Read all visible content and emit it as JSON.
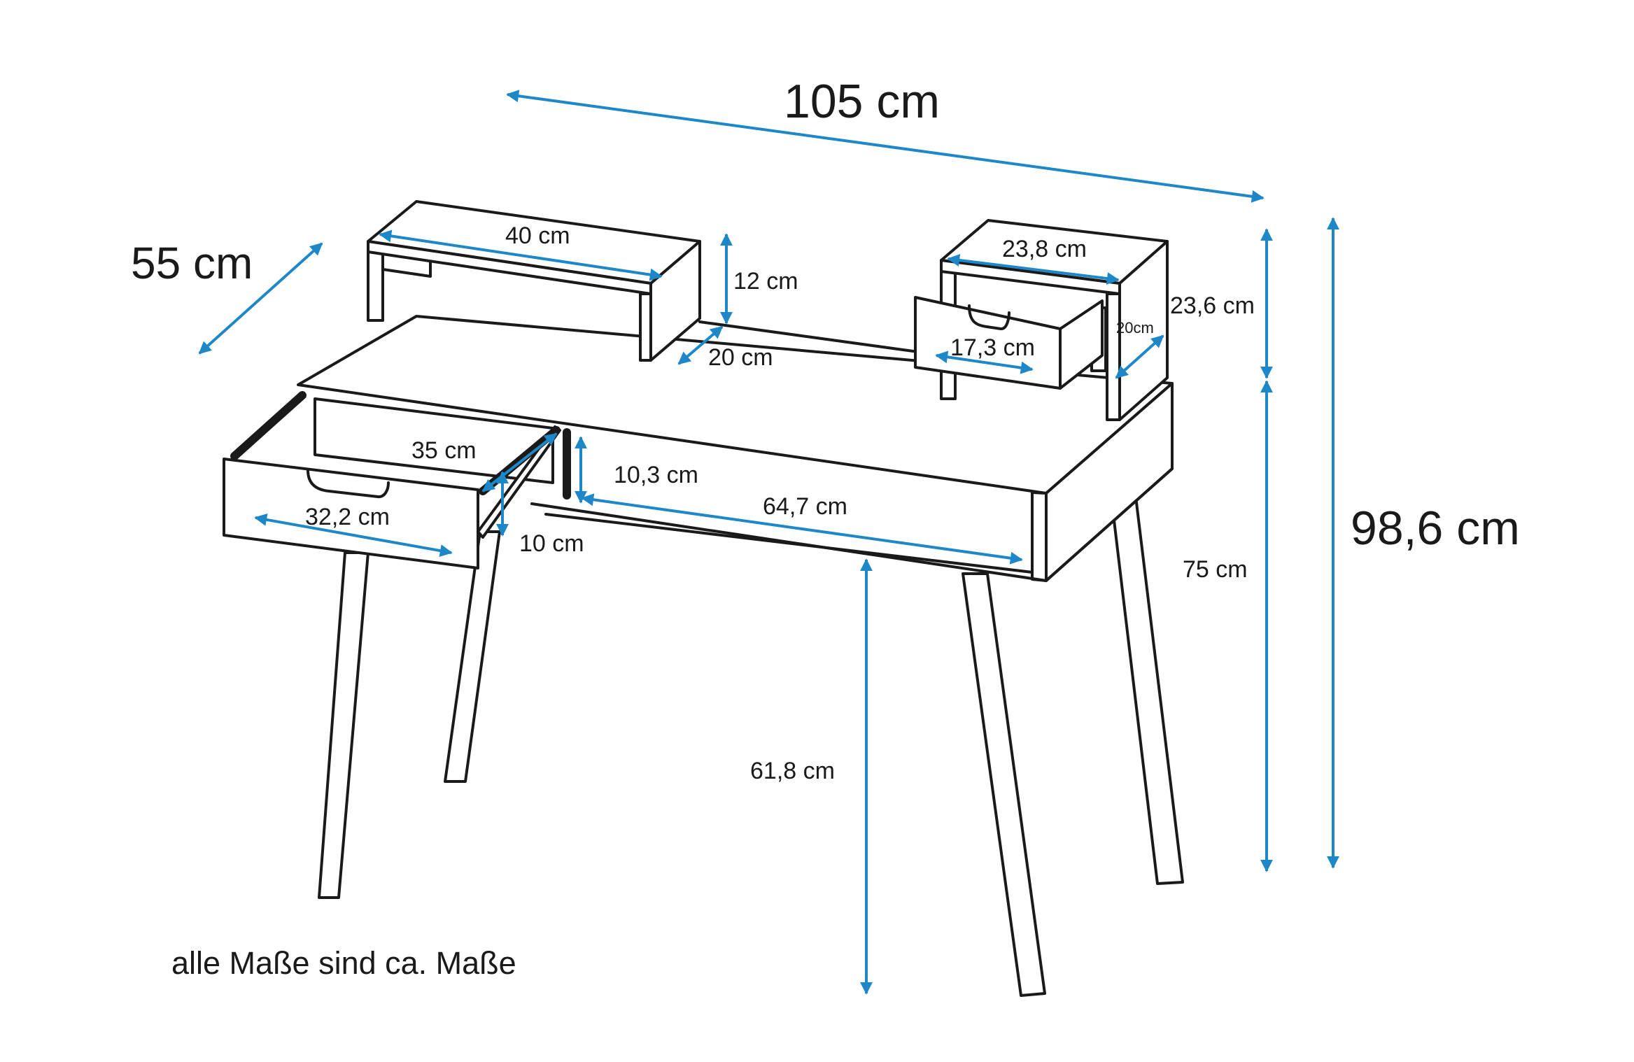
{
  "diagram": {
    "colors": {
      "outline": "#1a1a1a",
      "dimension": "#1e87c8",
      "background": "#ffffff"
    },
    "dimensions": {
      "total_width": "105 cm",
      "total_depth": "55 cm",
      "total_height": "98,6 cm",
      "shelf_width": "40 cm",
      "shelf_height": "12 cm",
      "shelf_depth": "20 cm",
      "cabinet_width": "23,8 cm",
      "cabinet_height": "23,6 cm",
      "cabinet_depth": "20cm",
      "small_drawer_width": "17,3 cm",
      "drawer_depth": "35 cm",
      "drawer_width": "32,2 cm",
      "drawer_height": "10 cm",
      "apron_height": "10,3 cm",
      "knee_space_width": "64,7 cm",
      "desk_height": "75 cm",
      "leg_clearance": "61,8 cm"
    },
    "note": "alle Maße sind ca. Maße"
  }
}
